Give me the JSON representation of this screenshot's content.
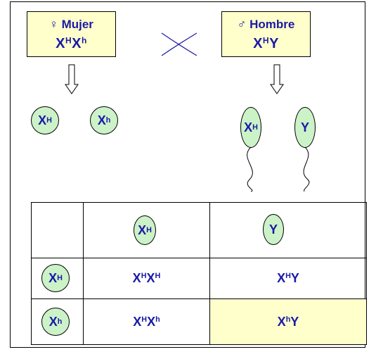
{
  "female": {
    "symbol": "♀",
    "label": "Mujer",
    "genotype_base": "X",
    "genotype_sup1": "H",
    "genotype_mid": "X",
    "genotype_sup2": "h"
  },
  "male": {
    "symbol": "♂",
    "label": "Hombre",
    "genotype_base": "X",
    "genotype_sup1": "H",
    "genotype_mid": "Y"
  },
  "gametes": {
    "female": [
      {
        "base": "X",
        "sup": "H"
      },
      {
        "base": "X",
        "sup": "h"
      }
    ],
    "male": [
      {
        "base": "X",
        "sup": "H"
      },
      {
        "base": "Y",
        "sup": ""
      }
    ]
  },
  "punnett": {
    "header_cols": [
      {
        "base": "X",
        "sup": "H"
      },
      {
        "base": "Y",
        "sup": ""
      }
    ],
    "header_rows": [
      {
        "base": "X",
        "sup": "H"
      },
      {
        "base": "X",
        "sup": "h"
      }
    ],
    "cells": [
      [
        {
          "a": "X",
          "as": "H",
          "b": "X",
          "bs": "H"
        },
        {
          "a": "X",
          "as": "H",
          "b": "Y",
          "bs": ""
        }
      ],
      [
        {
          "a": "X",
          "as": "H",
          "b": "X",
          "bs": "h"
        },
        {
          "a": "X",
          "as": "h",
          "b": "Y",
          "bs": ""
        }
      ]
    ],
    "highlight_color": "#ffffcc"
  },
  "colors": {
    "text": "#1a1aa6",
    "cell_fill": "#ccf2c8",
    "box_fill": "#ffffcc"
  }
}
